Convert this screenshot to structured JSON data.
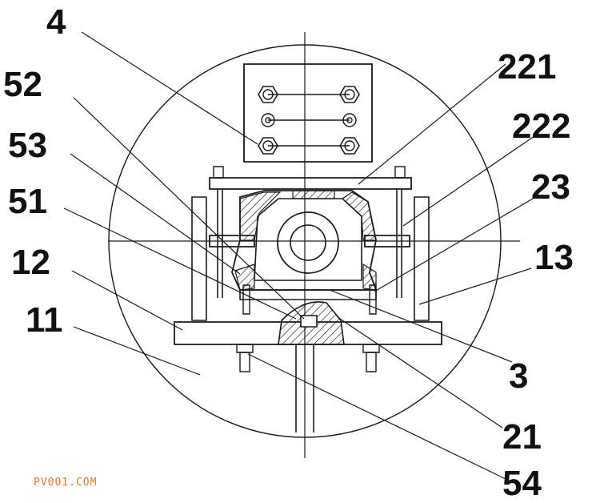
{
  "labels": {
    "l4": "4",
    "l52": "52",
    "l53": "53",
    "l51": "51",
    "l12": "12",
    "l11": "11",
    "l221": "221",
    "l222": "222",
    "l23": "23",
    "l13": "13",
    "l3": "3",
    "l21": "21",
    "l54": "54"
  },
  "watermark": "PV001.COM",
  "colors": {
    "stroke": "#1a1a1a",
    "watermark": "#e07b2e"
  }
}
